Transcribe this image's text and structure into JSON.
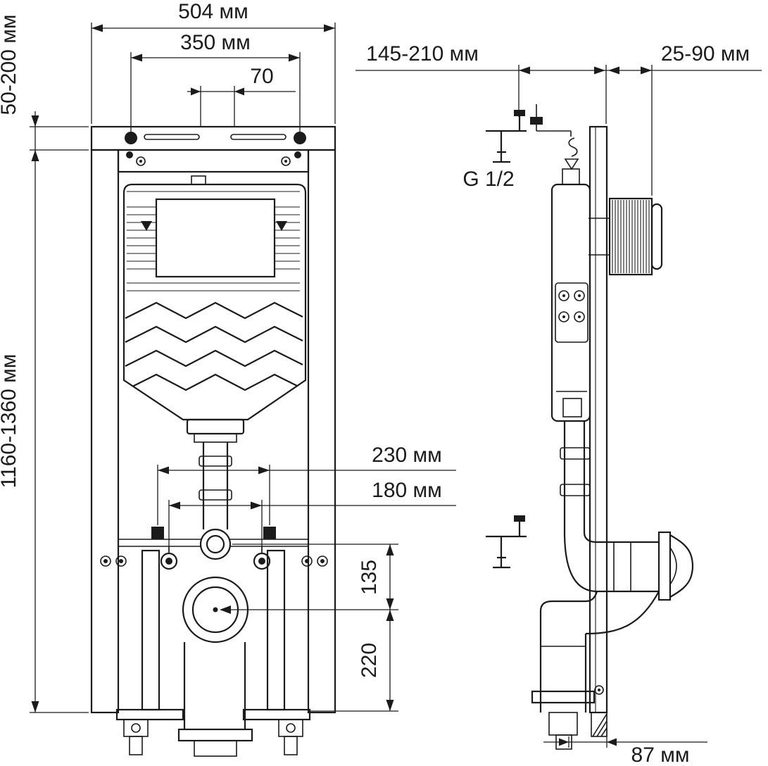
{
  "diagram": {
    "kind": "technical installation drawing, front view and side view of concealed WC frame",
    "front_view": {
      "dim_frame_width": "504 мм",
      "dim_mount_spacing": "350 мм",
      "dim_center_offset": "70",
      "dim_top_adjustment": "50-200 мм",
      "dim_frame_height": "1160-1360 мм",
      "dim_fixing_spacing_outer": "230 мм",
      "dim_fixing_spacing_inner": "180 мм",
      "dim_outlet_to_drain": "135",
      "dim_drain_to_floor": "220"
    },
    "side_view": {
      "dim_depth_adjustment": "145-210 мм",
      "dim_wall_offset": "25-90 мм",
      "label_water_connection": "G 1/2",
      "dim_drain_offset": "87 мм"
    },
    "line_color": "#1b1b1b",
    "background": "#ffffff"
  }
}
